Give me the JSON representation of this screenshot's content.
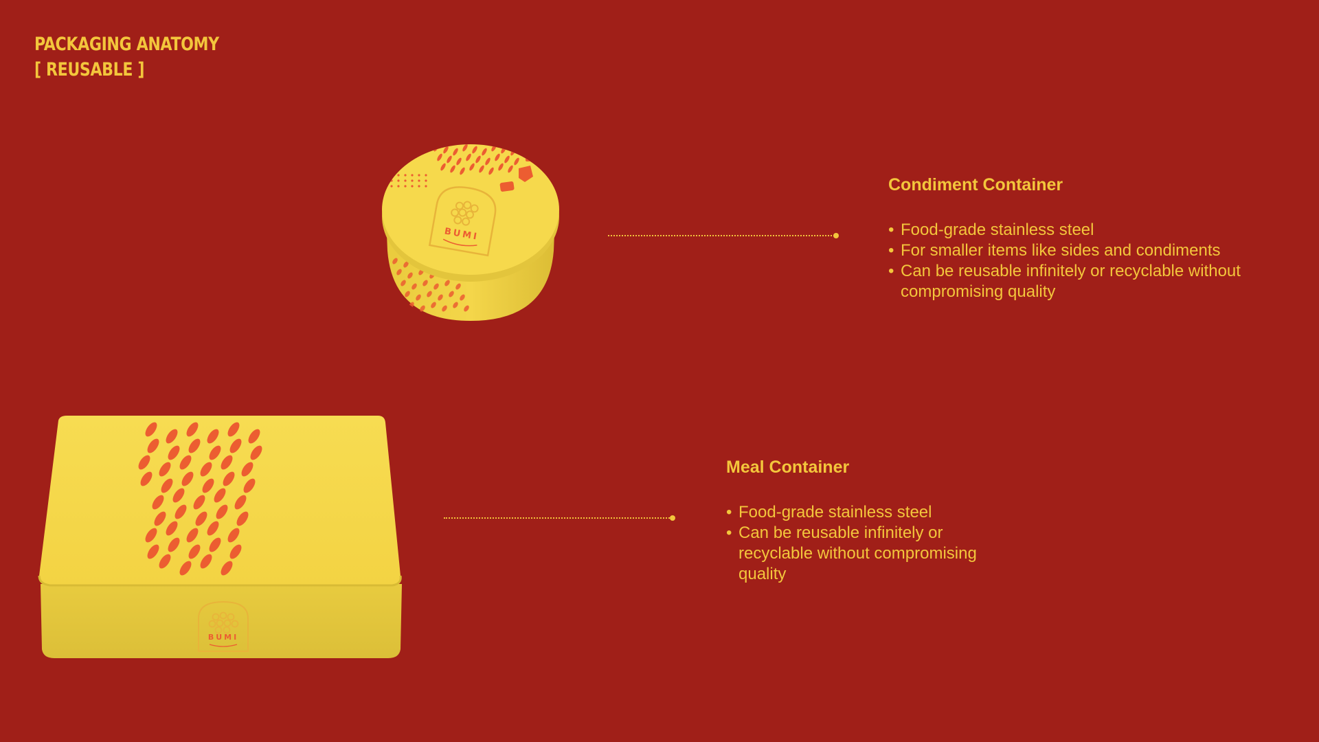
{
  "header": {
    "title_line1": "PACKAGING ANATOMY",
    "title_line2": "[ REUSABLE ]"
  },
  "colors": {
    "background": "#a01f18",
    "accent": "#f3c63c",
    "product_yellow": "#f6d94c",
    "pattern_orange": "#ec5d31"
  },
  "condiment": {
    "heading": "Condiment Container",
    "bullets": [
      "Food-grade stainless steel",
      "For smaller items like sides and condiments",
      "Can be reusable infinitely or recyclable without compromising quality"
    ],
    "brand": "BUMI"
  },
  "meal": {
    "heading": "Meal Container",
    "bullets": [
      "Food-grade stainless steel",
      "Can be reusable infinitely or recyclable without compromising quality"
    ],
    "brand": "BUMI"
  }
}
